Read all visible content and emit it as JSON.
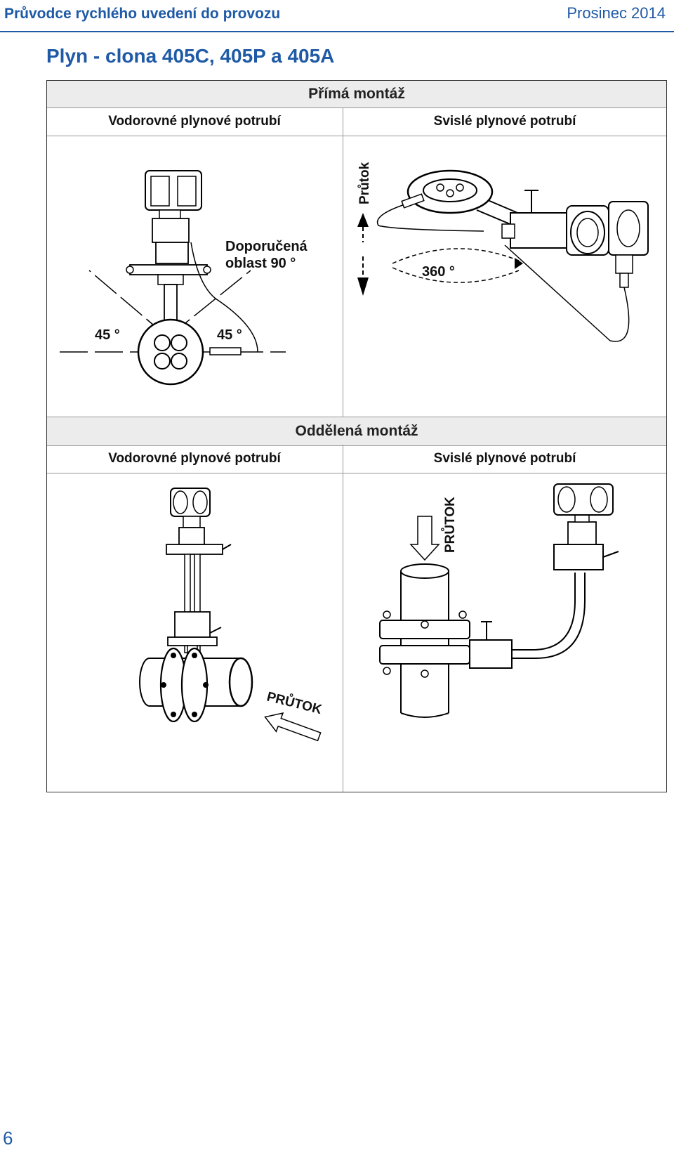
{
  "header": {
    "left": "Průvodce rychlého uvedení do provozu",
    "right": "Prosinec 2014"
  },
  "title": "Plyn - clona 405C, 405P a 405A",
  "direct_mount": {
    "band": "Přímá montáž",
    "left_header": "Vodorovné plynové potrubí",
    "right_header": "Svislé plynové potrubí",
    "recommended_line1": "Doporučená",
    "recommended_line2": "oblast 90 °",
    "angle_left": "45 °",
    "angle_right": "45 °",
    "flow_label": "Průtok",
    "rotation_label": "360 °"
  },
  "remote_mount": {
    "band": "Oddělená montáž",
    "left_header": "Vodorovné plynové potrubí",
    "right_header": "Svislé plynové potrubí",
    "flow_left": "PRŮTOK",
    "flow_right": "PRŮTOK"
  },
  "page_number": "6"
}
